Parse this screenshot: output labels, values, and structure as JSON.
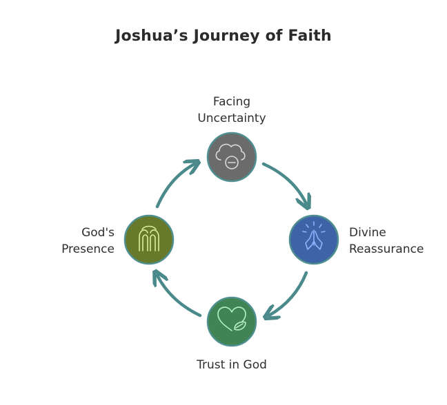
{
  "title": "Joshua’s Journey of Faith",
  "colors": {
    "arrow": "#4a8a8a",
    "node_border": "#4f8f8f",
    "node_top_fill": "#6b6b6b",
    "node_right_fill": "#3e63a6",
    "node_bottom_fill": "#3f8452",
    "node_left_fill": "#677a2c"
  },
  "nodes": {
    "top": {
      "label_line1": "Facing",
      "label_line2": "Uncertainty",
      "icon": "cloud-minus-icon"
    },
    "right": {
      "label_line1": "Divine",
      "label_line2": "Reassurance",
      "icon": "praying-hands-icon"
    },
    "bottom": {
      "label": "Trust in God",
      "icon": "heart-leaf-icon"
    },
    "left": {
      "label_line1": "God's",
      "label_line2": "Presence",
      "icon": "presence-arches-icon"
    }
  }
}
